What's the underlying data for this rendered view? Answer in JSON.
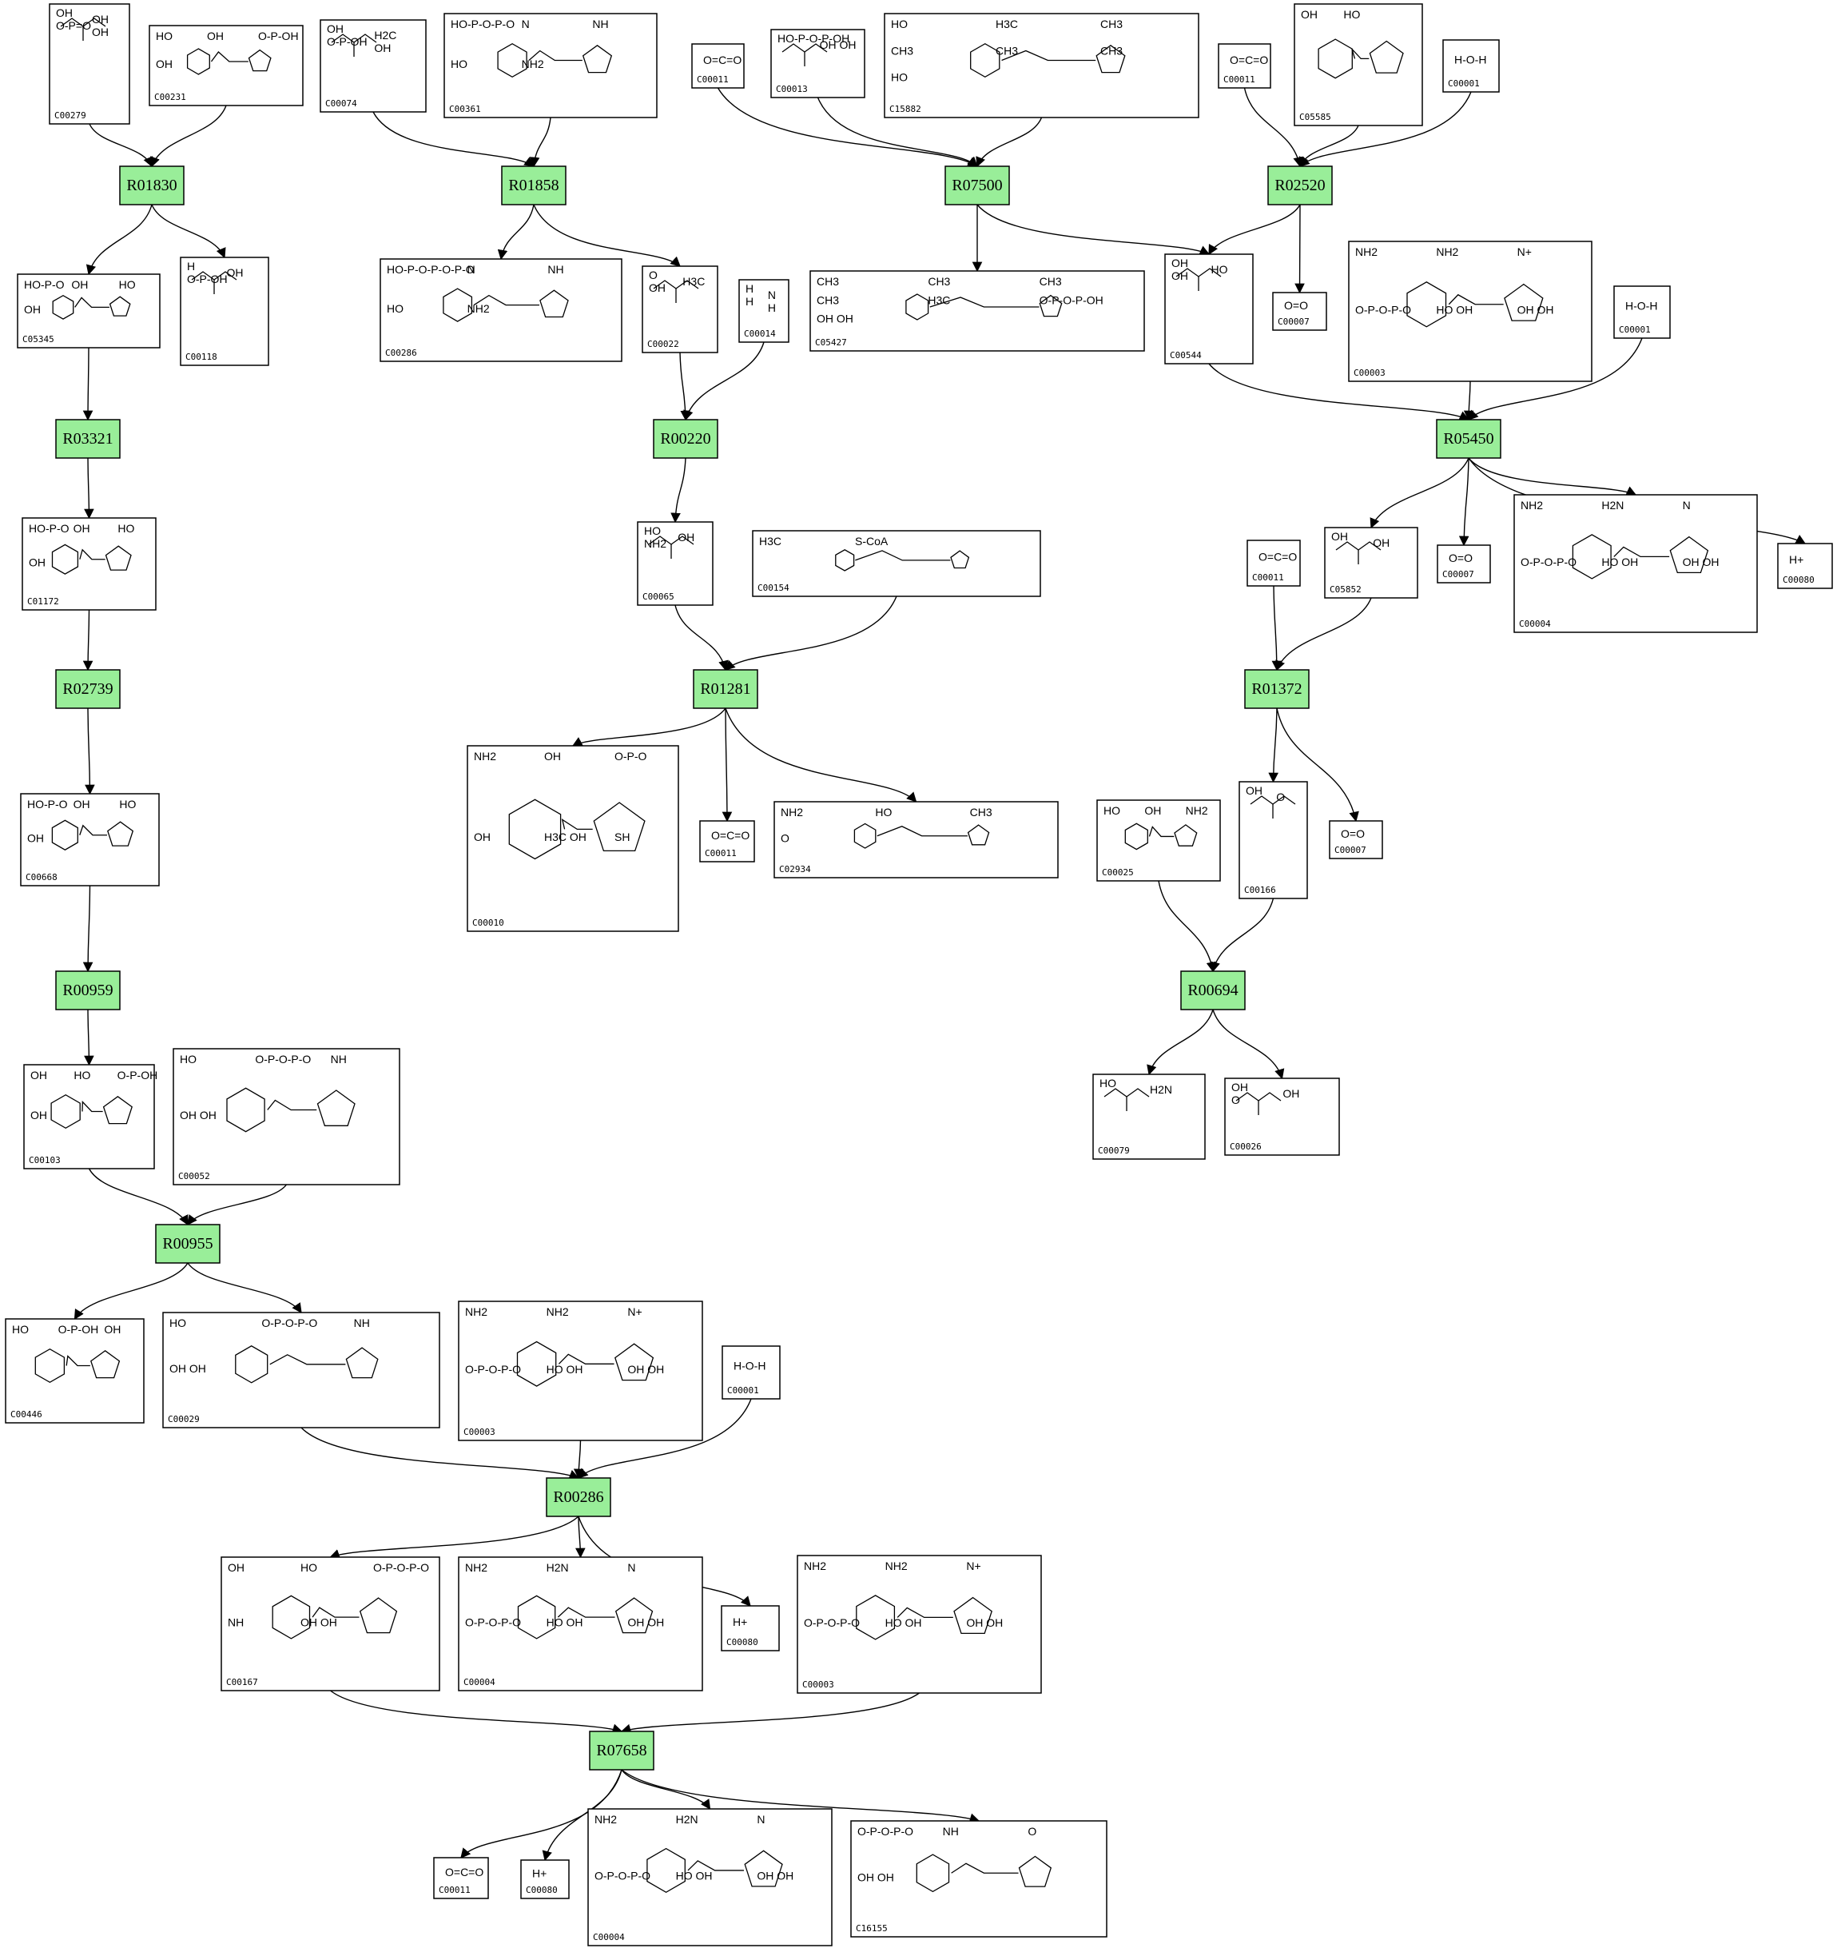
{
  "reactions": [
    {
      "id": "R01830"
    },
    {
      "id": "R01858"
    },
    {
      "id": "R07500"
    },
    {
      "id": "R02520"
    },
    {
      "id": "R03321"
    },
    {
      "id": "R00220"
    },
    {
      "id": "R05450"
    },
    {
      "id": "R02739"
    },
    {
      "id": "R01281"
    },
    {
      "id": "R01372"
    },
    {
      "id": "R00959"
    },
    {
      "id": "R00694"
    },
    {
      "id": "R00955"
    },
    {
      "id": "R00286"
    },
    {
      "id": "R07658"
    }
  ],
  "compounds": [
    {
      "key": "c00279",
      "code": "C00279",
      "text": [
        "OH",
        "OH",
        "O-P=O",
        "OH"
      ]
    },
    {
      "key": "c00231",
      "code": "C00231",
      "text": [
        "HO",
        "OH",
        "O-P-OH",
        "OH"
      ]
    },
    {
      "key": "c00074",
      "code": "C00074",
      "text": [
        "OH",
        "H2C",
        "O-P-OH",
        "OH"
      ]
    },
    {
      "key": "c00361",
      "code": "C00361",
      "text": [
        "HO-P-O-P-O",
        "N",
        "NH",
        "HO",
        "NH2"
      ]
    },
    {
      "key": "c00011_a",
      "code": "C00011",
      "text": [
        "O=C=O"
      ]
    },
    {
      "key": "c00013",
      "code": "C00013",
      "text": [
        "HO-P-O-P-OH",
        "OH OH"
      ]
    },
    {
      "key": "c15882",
      "code": "C15882",
      "text": [
        "HO",
        "H3C",
        "CH3",
        "CH3",
        "CH3",
        "CH3",
        "HO"
      ]
    },
    {
      "key": "c00011_b",
      "code": "C00011",
      "text": [
        "O=C=O"
      ]
    },
    {
      "key": "c05585",
      "code": "C05585",
      "text": [
        "OH",
        "HO"
      ]
    },
    {
      "key": "c00001_a",
      "code": "C00001",
      "text": [
        "H-O-H"
      ]
    },
    {
      "key": "c05345",
      "code": "C05345",
      "text": [
        "HO-P-O",
        "OH",
        "HO",
        "OH"
      ]
    },
    {
      "key": "c00118",
      "code": "C00118",
      "text": [
        "H",
        "OH",
        "O-P-OH"
      ]
    },
    {
      "key": "c00286",
      "code": "C00286",
      "text": [
        "HO-P-O-P-O-P-O",
        "N",
        "NH",
        "HO",
        "NH2"
      ]
    },
    {
      "key": "c00022",
      "code": "C00022",
      "text": [
        "O",
        "H3C",
        "OH"
      ]
    },
    {
      "key": "c00014",
      "code": "C00014",
      "text": [
        "H",
        "N",
        "H",
        "H"
      ]
    },
    {
      "key": "c05427",
      "code": "C05427",
      "text": [
        "CH3",
        "CH3",
        "CH3",
        "CH3",
        "H3C",
        "O-P-O-P-OH",
        "OH OH"
      ]
    },
    {
      "key": "c00544",
      "code": "C00544",
      "text": [
        "OH",
        "HO",
        "OH"
      ]
    },
    {
      "key": "c00007_a",
      "code": "C00007",
      "text": [
        "O=O"
      ]
    },
    {
      "key": "c00003_a",
      "code": "C00003",
      "text": [
        "NH2",
        "NH2",
        "N+",
        "O-P-O-P-O",
        "HO OH",
        "OH OH"
      ]
    },
    {
      "key": "c00001_b",
      "code": "C00001",
      "text": [
        "H-O-H"
      ]
    },
    {
      "key": "c01172",
      "code": "C01172",
      "text": [
        "HO-P-O",
        "OH",
        "HO",
        "OH"
      ]
    },
    {
      "key": "c00065",
      "code": "C00065",
      "text": [
        "HO",
        "OH",
        "NH2"
      ]
    },
    {
      "key": "c00154",
      "code": "C00154",
      "text": [
        "H3C",
        "S-CoA"
      ]
    },
    {
      "key": "c05852",
      "code": "C05852",
      "text": [
        "OH",
        "OH"
      ]
    },
    {
      "key": "c00007_b",
      "code": "C00007",
      "text": [
        "O=O"
      ]
    },
    {
      "key": "c00004_a",
      "code": "C00004",
      "text": [
        "NH2",
        "H2N",
        "N",
        "O-P-O-P-O",
        "HO OH",
        "OH OH"
      ]
    },
    {
      "key": "c00080_a",
      "code": "C00080",
      "text": [
        "H+"
      ]
    },
    {
      "key": "c00011_c",
      "code": "C00011",
      "text": [
        "O=C=O"
      ]
    },
    {
      "key": "c00668",
      "code": "C00668",
      "text": [
        "HO-P-O",
        "OH",
        "HO",
        "OH"
      ]
    },
    {
      "key": "c00010",
      "code": "C00010",
      "text": [
        "NH2",
        "OH",
        "O-P-O",
        "OH",
        "H3C OH",
        "SH"
      ]
    },
    {
      "key": "c00011_d",
      "code": "C00011",
      "text": [
        "O=C=O"
      ]
    },
    {
      "key": "c02934",
      "code": "C02934",
      "text": [
        "NH2",
        "HO",
        "CH3",
        "O"
      ]
    },
    {
      "key": "c00025",
      "code": "C00025",
      "text": [
        "HO",
        "OH",
        "NH2"
      ]
    },
    {
      "key": "c00166",
      "code": "C00166",
      "text": [
        "OH",
        "O"
      ]
    },
    {
      "key": "c00007_c",
      "code": "C00007",
      "text": [
        "O=O"
      ]
    },
    {
      "key": "c00103",
      "code": "C00103",
      "text": [
        "OH",
        "HO",
        "O-P-OH",
        "OH"
      ]
    },
    {
      "key": "c00052",
      "code": "C00052",
      "text": [
        "HO",
        "O-P-O-P-O",
        "NH",
        "OH OH"
      ]
    },
    {
      "key": "c00079",
      "code": "C00079",
      "text": [
        "HO",
        "H2N"
      ]
    },
    {
      "key": "c00026",
      "code": "C00026",
      "text": [
        "OH",
        "OH",
        "O"
      ]
    },
    {
      "key": "c00446",
      "code": "C00446",
      "text": [
        "HO",
        "O-P-OH",
        "OH"
      ]
    },
    {
      "key": "c00029",
      "code": "C00029",
      "text": [
        "HO",
        "O-P-O-P-O",
        "NH",
        "OH OH"
      ]
    },
    {
      "key": "c00003_b",
      "code": "C00003",
      "text": [
        "NH2",
        "NH2",
        "N+",
        "O-P-O-P-O",
        "HO OH",
        "OH OH"
      ]
    },
    {
      "key": "c00001_c",
      "code": "C00001",
      "text": [
        "H-O-H"
      ]
    },
    {
      "key": "c00167",
      "code": "C00167",
      "text": [
        "OH",
        "HO",
        "O-P-O-P-O",
        "NH",
        "OH OH"
      ]
    },
    {
      "key": "c00004_b",
      "code": "C00004",
      "text": [
        "NH2",
        "H2N",
        "N",
        "O-P-O-P-O",
        "HO OH",
        "OH OH"
      ]
    },
    {
      "key": "c00080_b",
      "code": "C00080",
      "text": [
        "H+"
      ]
    },
    {
      "key": "c00003_c",
      "code": "C00003",
      "text": [
        "NH2",
        "NH2",
        "N+",
        "O-P-O-P-O",
        "HO OH",
        "OH OH"
      ]
    },
    {
      "key": "c00011_e",
      "code": "C00011",
      "text": [
        "O=C=O"
      ]
    },
    {
      "key": "c00080_c",
      "code": "C00080",
      "text": [
        "H+"
      ]
    },
    {
      "key": "c00004_c",
      "code": "C00004",
      "text": [
        "NH2",
        "H2N",
        "N",
        "O-P-O-P-O",
        "HO OH",
        "OH OH"
      ]
    },
    {
      "key": "c16155",
      "code": "C16155",
      "text": [
        "O-P-O-P-O",
        "NH",
        "O",
        "OH OH"
      ]
    }
  ],
  "colors": {
    "reaction_fill": "#99ee99",
    "stroke": "#000000",
    "background": "#ffffff"
  }
}
